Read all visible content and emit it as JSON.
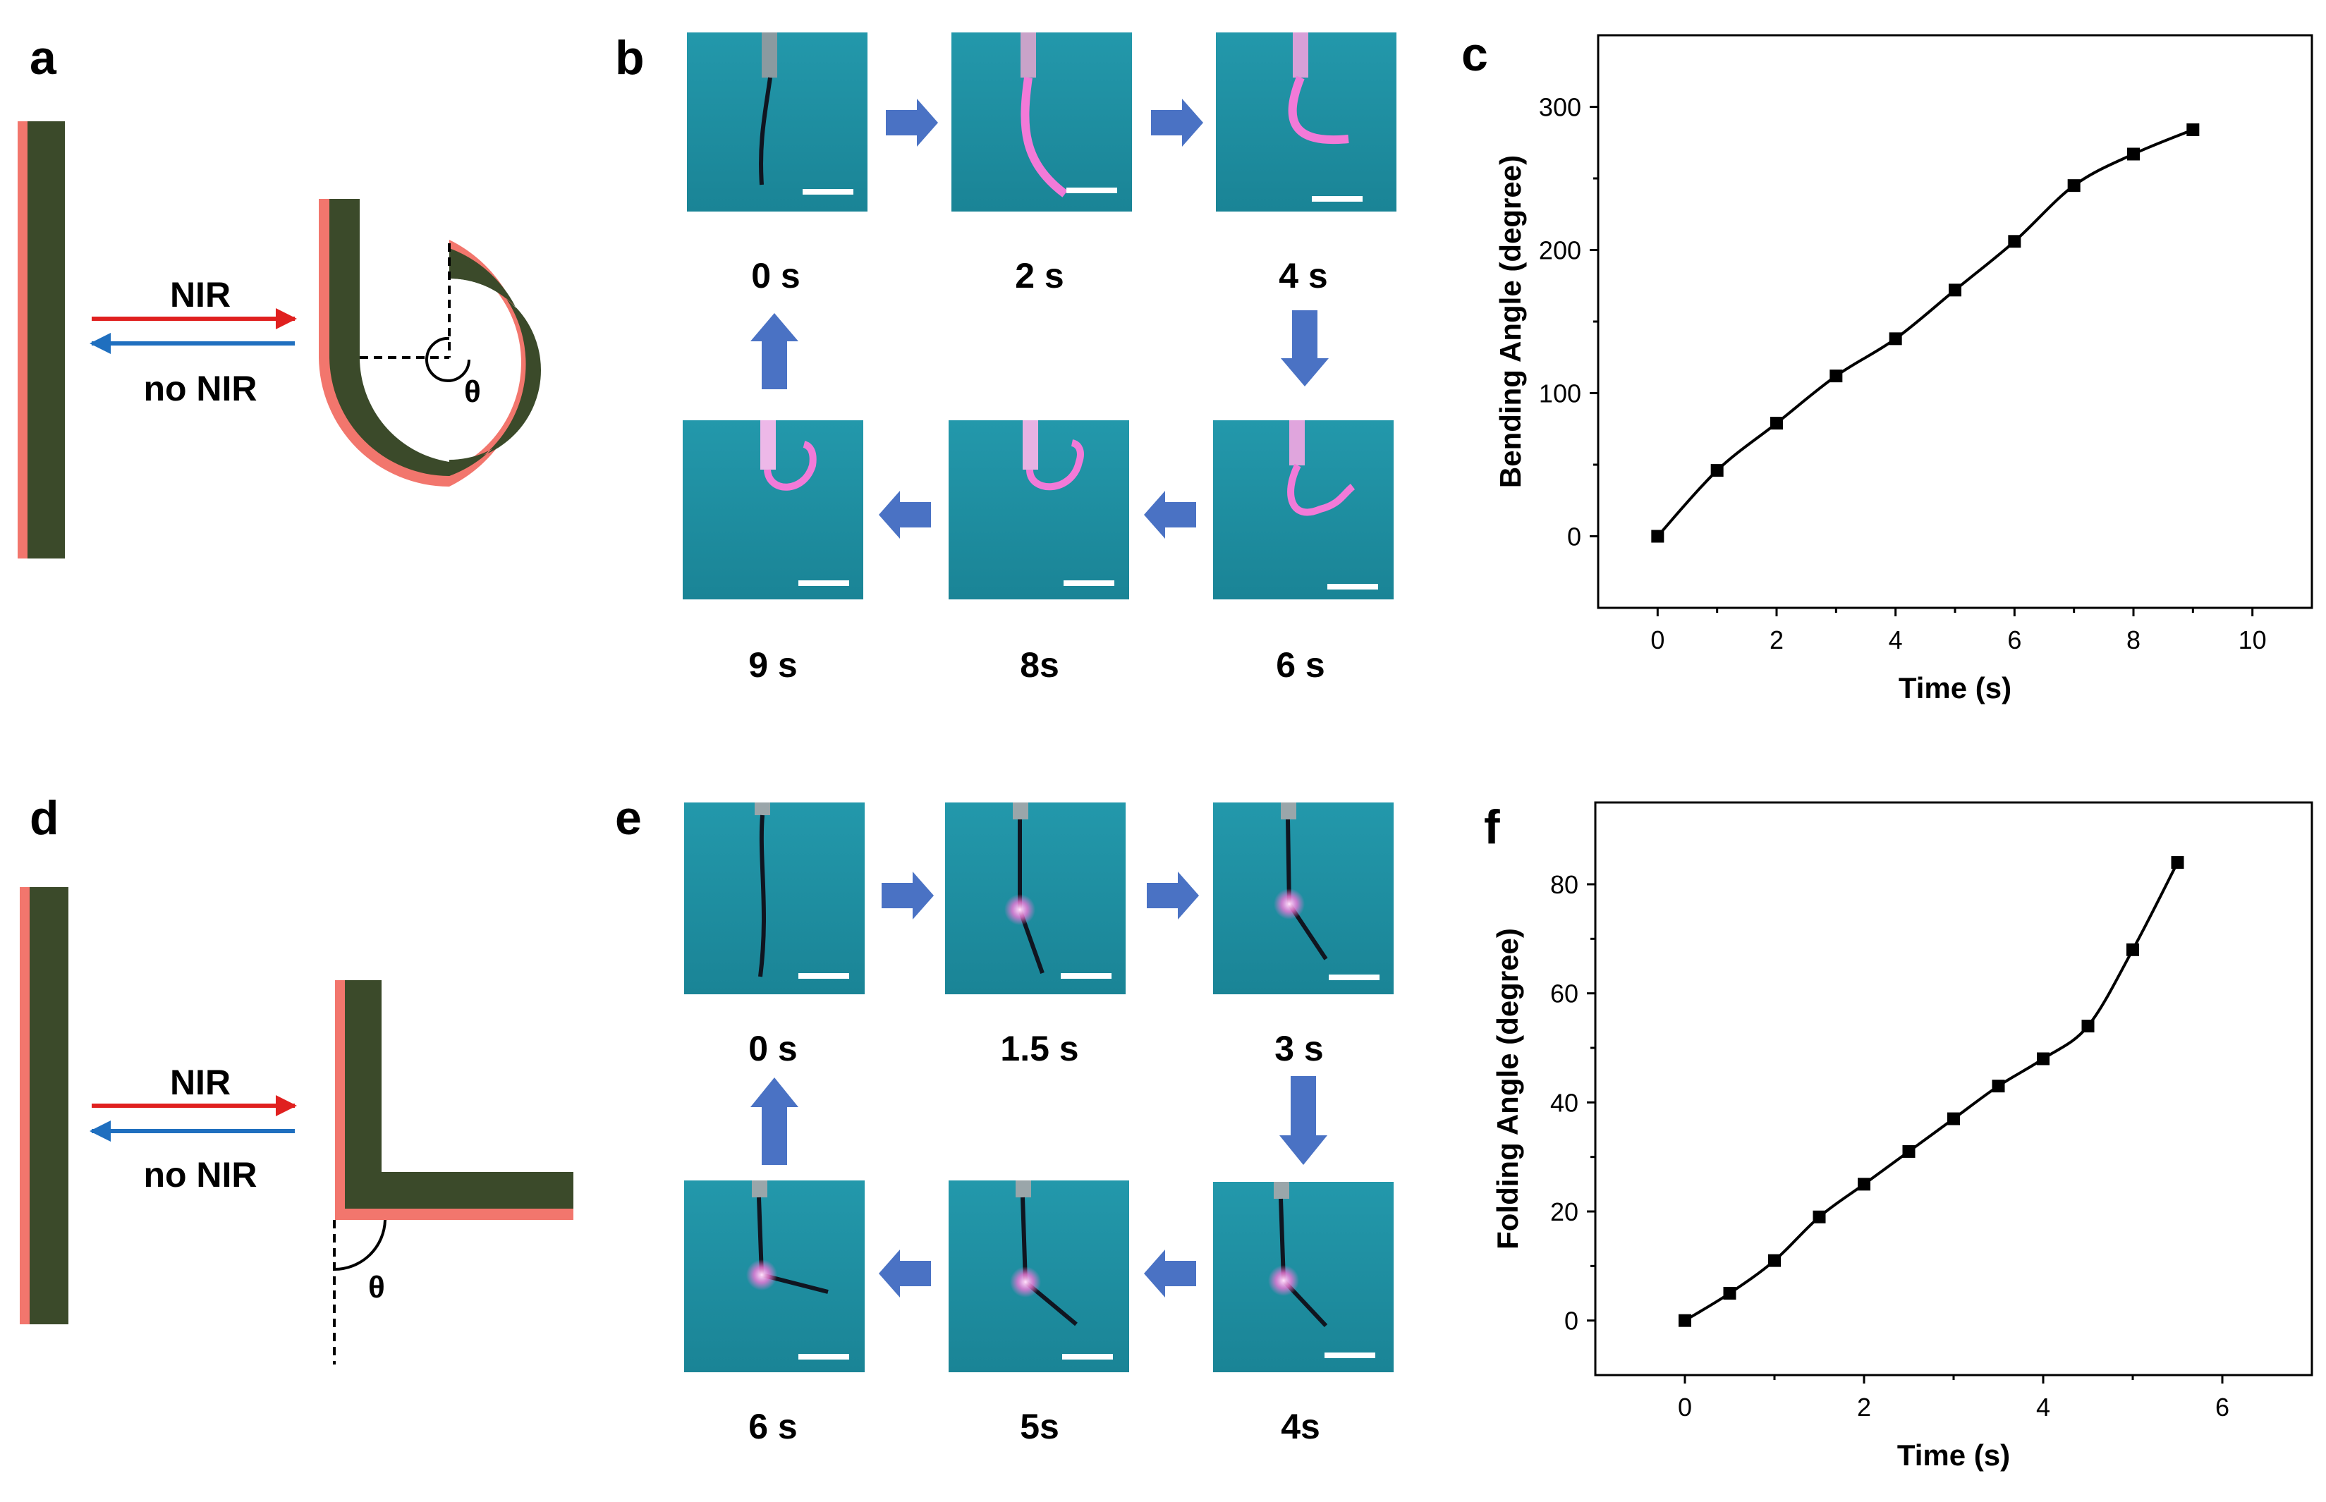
{
  "panels": {
    "a": {
      "letter": "a",
      "arrow_forward_label": "NIR",
      "arrow_back_label": "no NIR",
      "angle_symbol": "θ"
    },
    "b": {
      "letter": "b",
      "times": [
        "0 s",
        "2 s",
        "4 s",
        "6 s",
        "8s",
        "9 s"
      ]
    },
    "c": {
      "letter": "c"
    },
    "d": {
      "letter": "d",
      "arrow_forward_label": "NIR",
      "arrow_back_label": "no NIR",
      "angle_symbol": "θ"
    },
    "e": {
      "letter": "e",
      "times": [
        "0 s",
        "1.5 s",
        "3 s",
        "4s",
        "5s",
        "6 s"
      ]
    },
    "f": {
      "letter": "f"
    }
  },
  "colors": {
    "strip": "#3b4a2a",
    "coating": "#f2766d",
    "arrow_nir": "#e0201f",
    "arrow_no_nir": "#1f6fbf",
    "flow_arrow": "#4a72c4",
    "photo_bg": "#1e8fa3"
  },
  "chart_data": [
    {
      "type": "line",
      "xlabel": "Time (s)",
      "ylabel": "Bending Angle (degree)",
      "xlim": [
        -1,
        11
      ],
      "ylim": [
        -50,
        350
      ],
      "xticks": [
        0,
        2,
        4,
        6,
        8,
        10
      ],
      "yticks": [
        0,
        100,
        200,
        300
      ],
      "series": [
        {
          "x": [
            0,
            1,
            2,
            3,
            4,
            5,
            6,
            7,
            8,
            9
          ],
          "y": [
            0,
            46,
            79,
            112,
            138,
            172,
            206,
            245,
            267,
            284
          ]
        }
      ]
    },
    {
      "type": "line",
      "xlabel": "Time (s)",
      "ylabel": "Folding Angle (degree)",
      "xlim": [
        -1,
        7
      ],
      "ylim": [
        -10,
        95
      ],
      "xticks": [
        0,
        2,
        4,
        6
      ],
      "yticks": [
        0,
        20,
        40,
        60,
        80
      ],
      "series": [
        {
          "x": [
            0,
            0.5,
            1,
            1.5,
            2,
            2.5,
            3,
            3.5,
            4,
            4.5,
            5,
            5.5
          ],
          "y": [
            0,
            5,
            11,
            19,
            25,
            31,
            37,
            43,
            48,
            54,
            68,
            84
          ]
        }
      ]
    }
  ]
}
